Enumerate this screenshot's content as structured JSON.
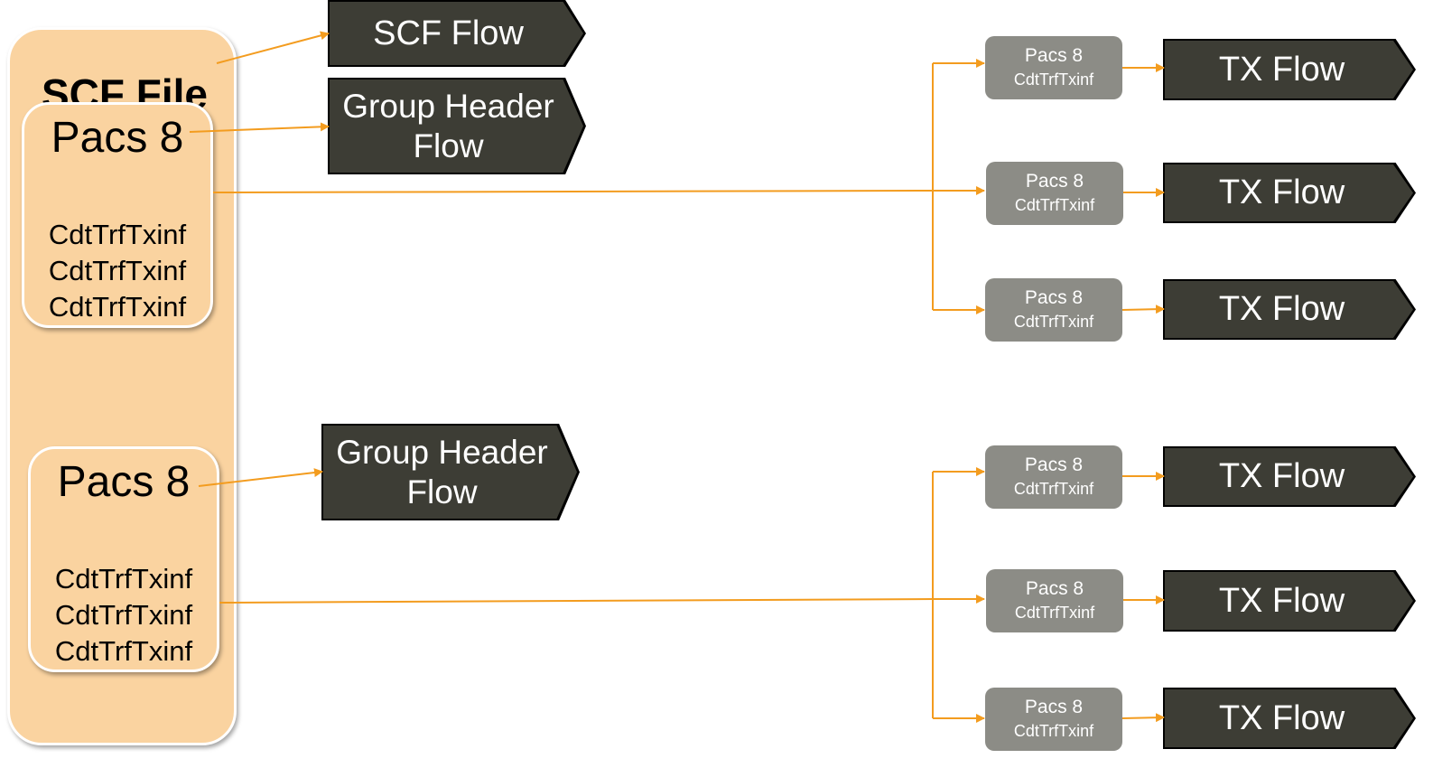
{
  "colors": {
    "file_fill": "#fad3a0",
    "flow_fill": "#3d3d35",
    "pacs_gray": "#8c8c86",
    "arrow": "#f39c1f"
  },
  "scf_file": {
    "title": "SCF File",
    "pacs_groups": [
      {
        "title": "Pacs 8",
        "items": [
          "CdtTrfTxinf",
          "CdtTrfTxinf",
          "CdtTrfTxinf"
        ]
      },
      {
        "title": "Pacs 8",
        "items": [
          "CdtTrfTxinf",
          "CdtTrfTxinf",
          "CdtTrfTxinf"
        ]
      }
    ]
  },
  "scf_flow": {
    "label": "SCF Flow"
  },
  "group_header_flows": [
    {
      "line1": "Group Header",
      "line2": "Flow"
    },
    {
      "line1": "Group Header",
      "line2": "Flow"
    }
  ],
  "pacs_nodes": [
    {
      "line1": "Pacs 8",
      "line2": "CdtTrfTxinf"
    },
    {
      "line1": "Pacs 8",
      "line2": "CdtTrfTxinf"
    },
    {
      "line1": "Pacs 8",
      "line2": "CdtTrfTxinf"
    },
    {
      "line1": "Pacs 8",
      "line2": "CdtTrfTxinf"
    },
    {
      "line1": "Pacs 8",
      "line2": "CdtTrfTxinf"
    },
    {
      "line1": "Pacs 8",
      "line2": "CdtTrfTxinf"
    }
  ],
  "tx_flows": [
    {
      "label": "TX Flow"
    },
    {
      "label": "TX Flow"
    },
    {
      "label": "TX Flow"
    },
    {
      "label": "TX Flow"
    },
    {
      "label": "TX Flow"
    },
    {
      "label": "TX Flow"
    }
  ]
}
